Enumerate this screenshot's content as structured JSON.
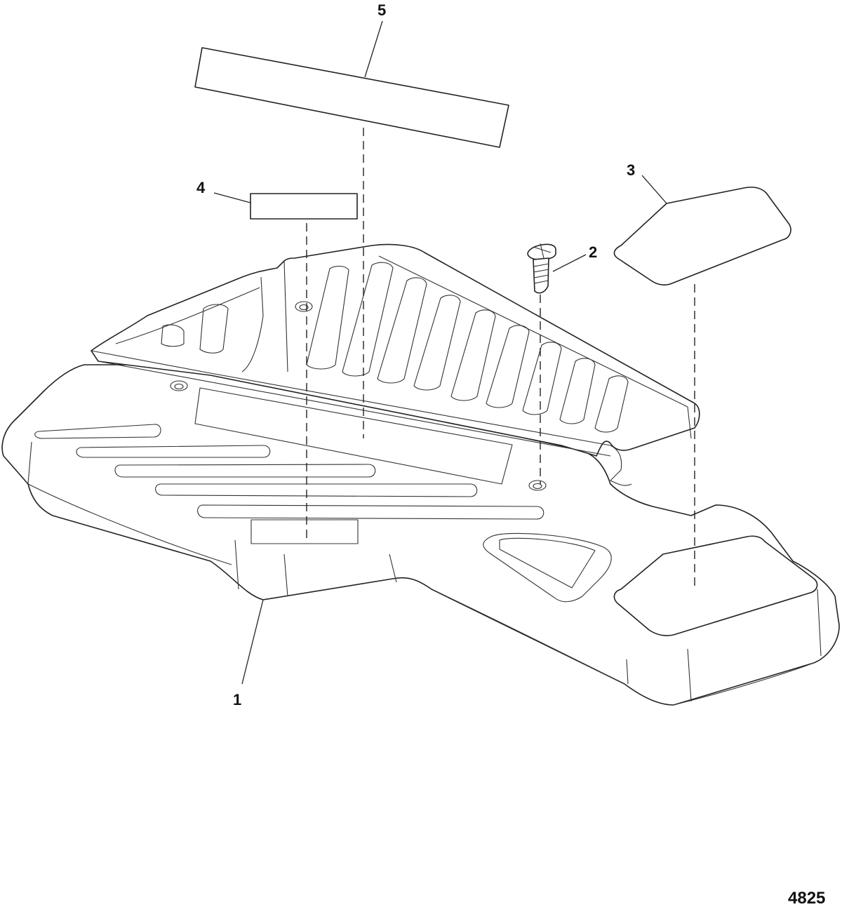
{
  "figure_number": "4825",
  "callouts": [
    {
      "id": "1",
      "label": "1"
    },
    {
      "id": "2",
      "label": "2"
    },
    {
      "id": "3",
      "label": "3"
    },
    {
      "id": "4",
      "label": "4"
    },
    {
      "id": "5",
      "label": "5"
    }
  ]
}
